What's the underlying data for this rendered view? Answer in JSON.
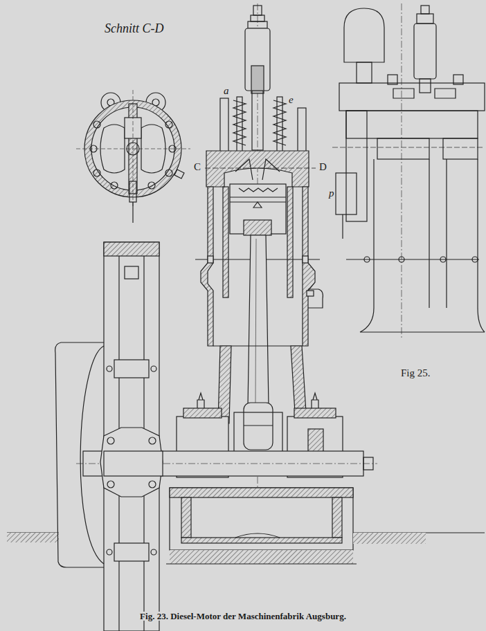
{
  "diagram": {
    "caption": "Fig. 23. Diesel-Motor der Maschinenfabrik Augsburg.",
    "labels": [
      "Schnitt C-D",
      "a",
      "e",
      "C",
      "D",
      "p",
      "Fig 25."
    ]
  }
}
